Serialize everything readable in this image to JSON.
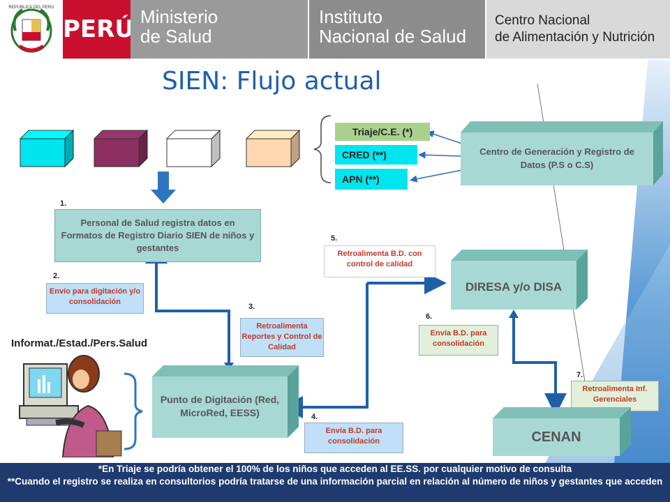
{
  "header": {
    "logo_brand": "PERÚ",
    "ministry": [
      "Ministerio",
      "de Salud"
    ],
    "institute": [
      "Instituto",
      "Nacional de Salud"
    ],
    "center": [
      "Centro Nacional",
      "de Alimentación y Nutrición"
    ]
  },
  "title": "SIEN: Flujo actual",
  "cubes": [
    {
      "color": "#00e5ee"
    },
    {
      "color": "#8b3060"
    },
    {
      "color": "#ffffff"
    },
    {
      "color": "#ffd7b0"
    }
  ],
  "tags": {
    "triaje": "Triaje/C.E. (*)",
    "cred": "CRED (**)",
    "apn": "APN (**)"
  },
  "centro_generacion": "Centro de Generación y Registro de Datos (P.S o C.S)",
  "steps": {
    "s1": "1.",
    "s2": "2.",
    "s3": "3.",
    "s4": "4.",
    "s5": "5.",
    "s6": "6.",
    "s7": "7."
  },
  "personal_box": "Personal de Salud registra datos en Formatos de Registro Diario SIEN de niños y gestantes",
  "envio_digitacion": "Envío para digitación y/o consolidación",
  "retro_reportes": "Retroalimenta Reportes y Control de Calidad",
  "informat_label": "Informat./Estad./Pers.Salud",
  "punto_digitacion": "Punto de Digitación (Red, MicroRed, EESS)",
  "envia_bd_4": "Envía B.D. para consolidación",
  "retro_bd": "Retroalimenta B.D. con control de calidad",
  "diresa": "DIRESA y/o DISA",
  "envia_bd_6": "Envía B.D. para consolidación",
  "retro_inf": "Retroalimenta Inf. Gerenciales",
  "cenan": "CENAN",
  "footer": {
    "line1": "*En Triaje se podría obtener el 100% de los niños que acceden al EE.SS. por cualquier motivo de consulta",
    "line2": "**Cuando el registro se realiza en consultorios podría tratarse de una información parcial en relación al número de niños y gestantes que acceden"
  },
  "colors": {
    "teal_box": "#a8d8d4",
    "green_tag": "#a9d18e",
    "cyan_tag": "#00e5ee",
    "flow_blue": "#1f5fa8"
  }
}
